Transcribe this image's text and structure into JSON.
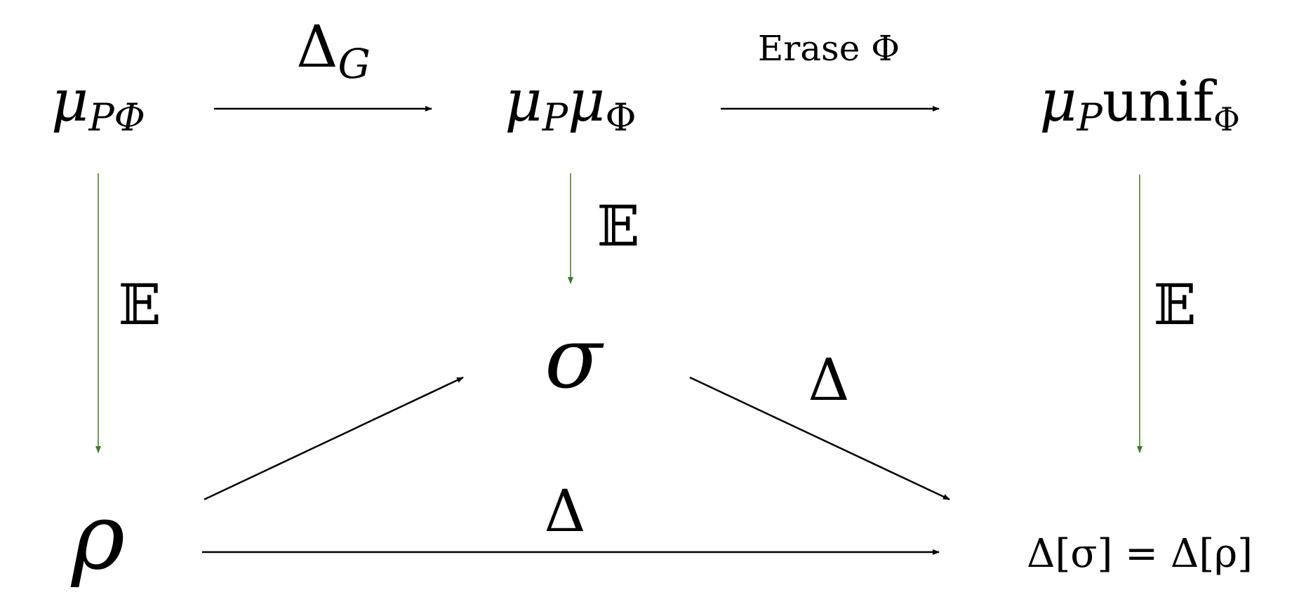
{
  "nodes": {
    "top_left": {
      "main": "μ",
      "sub": "PΦ"
    },
    "top_mid": {
      "main1": "μ",
      "sub1": "P",
      "main2": "μ",
      "sub2": "Φ"
    },
    "top_right": {
      "main1": "μ",
      "sub1": "P",
      "main2": "unif",
      "sub2": "Φ"
    },
    "sigma": "σ",
    "rho": "ρ",
    "result": "Δ[σ] = Δ[ρ]"
  },
  "labels": {
    "delta_g_main": "Δ",
    "delta_g_sub": "G",
    "erase": "Erase Φ",
    "expectation_left": "𝔼",
    "expectation_mid": "𝔼",
    "expectation_right": "𝔼",
    "delta_diag": "Δ",
    "delta_bottom": "Δ"
  },
  "colors": {
    "arrow": "#000000",
    "expectation_arrow": "#3d7a2a"
  }
}
